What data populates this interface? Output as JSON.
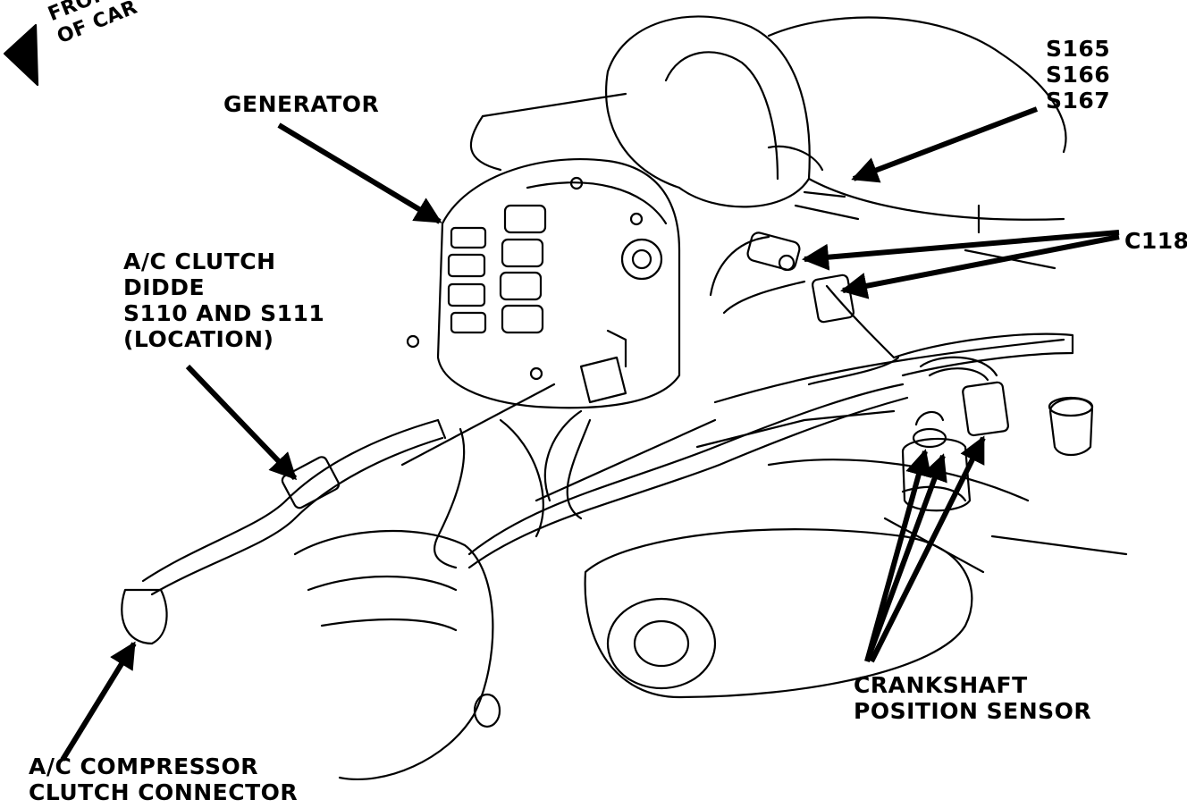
{
  "diagram": {
    "labels": {
      "front_of_car": [
        "FRONT",
        "OF CAR"
      ],
      "generator": "GENERATOR",
      "splices": [
        "S165",
        "S166",
        "S167"
      ],
      "c118": "C118",
      "ac_clutch_diode": [
        "A/C CLUTCH",
        "DIDDE",
        "S110 AND S111",
        "(LOCATION)"
      ],
      "crankshaft_sensor": [
        "CRANKSHAFT",
        "POSITION SENSOR"
      ],
      "ac_compressor_connector": [
        "A/C COMPRESSOR",
        "CLUTCH CONNECTOR"
      ]
    }
  },
  "colors": {
    "ink": "#000000",
    "paper": "#ffffff"
  }
}
